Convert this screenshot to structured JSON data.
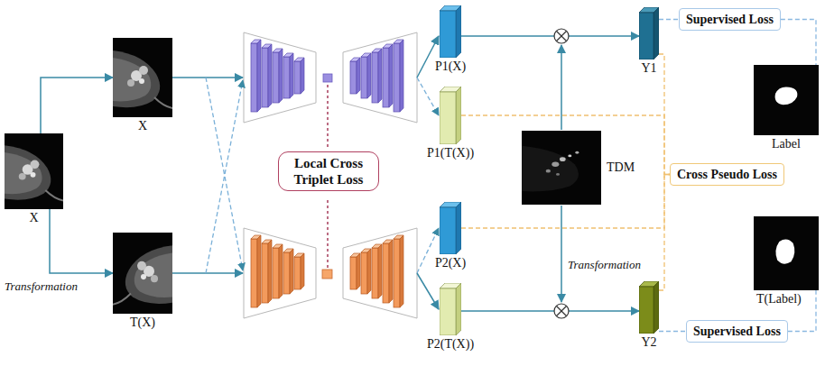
{
  "diagram": {
    "nodes": [
      {
        "text": [
          "X"
        ]
      },
      {
        "text": [
          "X"
        ]
      },
      {
        "text": [
          "T(X)"
        ]
      },
      {
        "text": [
          "Local Cross Triplet Loss"
        ]
      },
      {
        "text": [
          "P1(X)"
        ]
      },
      {
        "text": [
          "P1(T(X))"
        ]
      },
      {
        "text": [
          "P2(X)"
        ]
      },
      {
        "text": [
          "P2(T(X))"
        ]
      },
      {
        "text": [
          "TDM"
        ]
      },
      {
        "text": [
          "Y1"
        ]
      },
      {
        "text": [
          "Y2"
        ]
      },
      {
        "text": [
          "Supervised Loss"
        ]
      },
      {
        "text": [
          "Cross Pseudo Loss"
        ]
      },
      {
        "text": [
          "Supervised Loss"
        ]
      },
      {
        "text": [
          "Label"
        ]
      },
      {
        "text": [
          "T(Label)"
        ]
      }
    ],
    "edges": [
      {
        "from": 0,
        "to": 1,
        "arrow": "to"
      },
      {
        "from": 0,
        "to": 2,
        "arrow": "to"
      },
      {
        "from": 4,
        "to": 9,
        "arrow": "to"
      },
      {
        "from": 7,
        "to": 10,
        "arrow": "to"
      },
      {
        "from": 9,
        "to": 11,
        "arrow": "none"
      },
      {
        "from": 11,
        "to": 14,
        "arrow": "none"
      },
      {
        "from": 10,
        "to": 13,
        "arrow": "none"
      },
      {
        "from": 13,
        "to": 15,
        "arrow": "none"
      },
      {
        "from": 5,
        "to": 12,
        "arrow": "none"
      },
      {
        "from": 6,
        "to": 12,
        "arrow": "none"
      },
      {
        "from": 9,
        "to": 12,
        "arrow": "none"
      },
      {
        "from": 10,
        "to": 12,
        "arrow": "none"
      }
    ],
    "labels": [
      "Transformation",
      "Transformation"
    ]
  }
}
